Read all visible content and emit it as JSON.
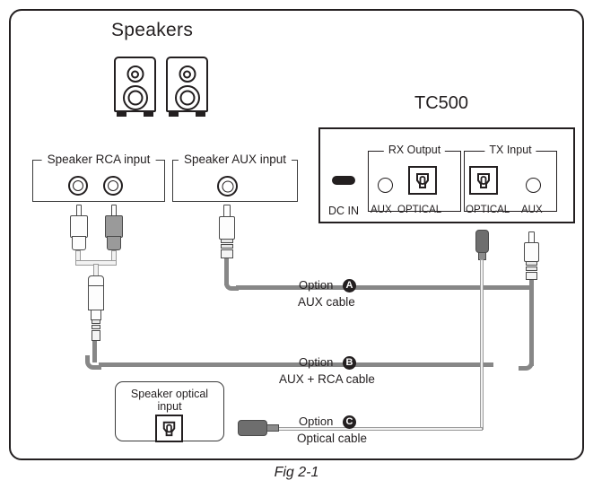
{
  "figure": {
    "caption": "Fig 2-1",
    "section_title": "Speakers",
    "device_name": "TC500"
  },
  "speaker_inputs": [
    {
      "id": "rca",
      "label": "Speaker RCA input",
      "jack_count": 2
    },
    {
      "id": "aux",
      "label": "Speaker AUX input",
      "jack_count": 1
    }
  ],
  "speaker_optical": {
    "label_line1": "Speaker optical",
    "label_line2": "input",
    "icon": "toslink-optical-icon"
  },
  "device": {
    "name": "TC500",
    "power_label": "DC IN",
    "power_icon": "micro-usb-icon",
    "groups": [
      {
        "id": "rx-output",
        "label": "RX Output",
        "ports": [
          {
            "id": "rx-aux",
            "label": "AUX",
            "type": "aux-jack-icon"
          },
          {
            "id": "rx-optical",
            "label": "OPTICAL",
            "type": "toslink-optical-icon"
          }
        ]
      },
      {
        "id": "tx-input",
        "label": "TX Input",
        "ports": [
          {
            "id": "tx-optical",
            "label": "OPTICAL",
            "type": "toslink-optical-icon"
          },
          {
            "id": "tx-aux",
            "label": "AUX",
            "type": "aux-jack-icon"
          }
        ]
      }
    ]
  },
  "options": [
    {
      "id": "A",
      "prefix": "Option",
      "badge": "A",
      "cable_name": "AUX cable"
    },
    {
      "id": "B",
      "prefix": "Option",
      "badge": "B",
      "cable_name": "AUX + RCA cable"
    },
    {
      "id": "C",
      "prefix": "Option",
      "badge": "C",
      "cable_name": "Optical cable"
    }
  ],
  "colors": {
    "outline": "#231f20",
    "cable_gray": "#878787",
    "rca_right_plug": "#9a9a9a",
    "background": "#ffffff"
  }
}
